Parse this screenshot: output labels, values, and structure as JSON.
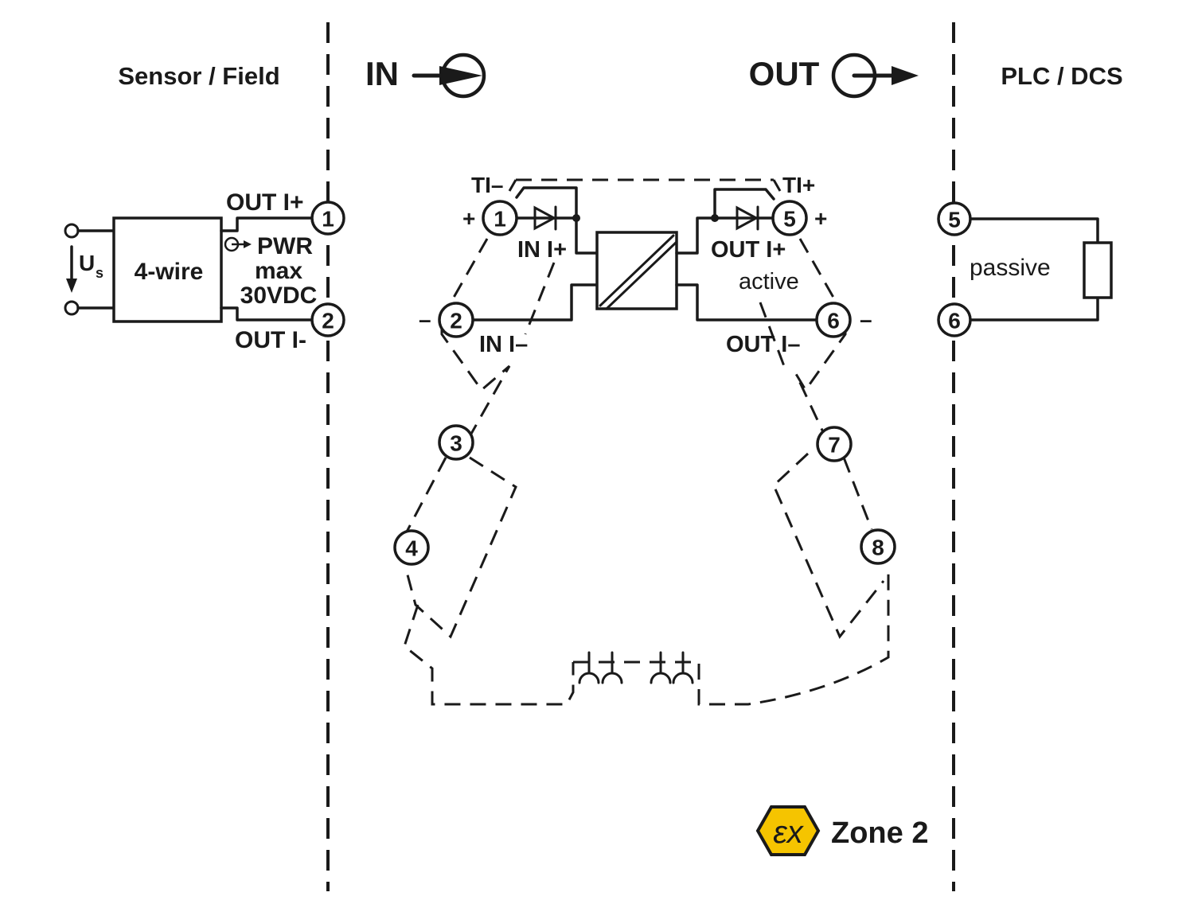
{
  "zones": {
    "sensor": "Sensor / Field",
    "in": "IN",
    "out": "OUT",
    "plc": "PLC / DCS"
  },
  "sensor_device": {
    "label": "4-wire",
    "supply_main": "U",
    "supply_sub": "s",
    "out_plus": "OUT I+",
    "out_minus": "OUT I-",
    "pwr_line1": "PWR",
    "pwr_line2": "max",
    "pwr_line3": "30VDC"
  },
  "module": {
    "ti_minus": "TI–",
    "ti_plus": "TI+",
    "in_plus": "IN I+",
    "in_minus": "IN I–",
    "out_plus": "OUT I+",
    "out_minus": "OUT I–",
    "active": "active",
    "plus_sign": "+",
    "minus_sign": "–"
  },
  "terminals": {
    "sensor": [
      "1",
      "2"
    ],
    "module": [
      "1",
      "2",
      "3",
      "4",
      "5",
      "6",
      "7",
      "8"
    ],
    "plc": [
      "5",
      "6"
    ]
  },
  "plc_device": {
    "label": "passive"
  },
  "badge": {
    "symbol": "εx",
    "label": "Zone 2",
    "color": "#f5c400"
  }
}
